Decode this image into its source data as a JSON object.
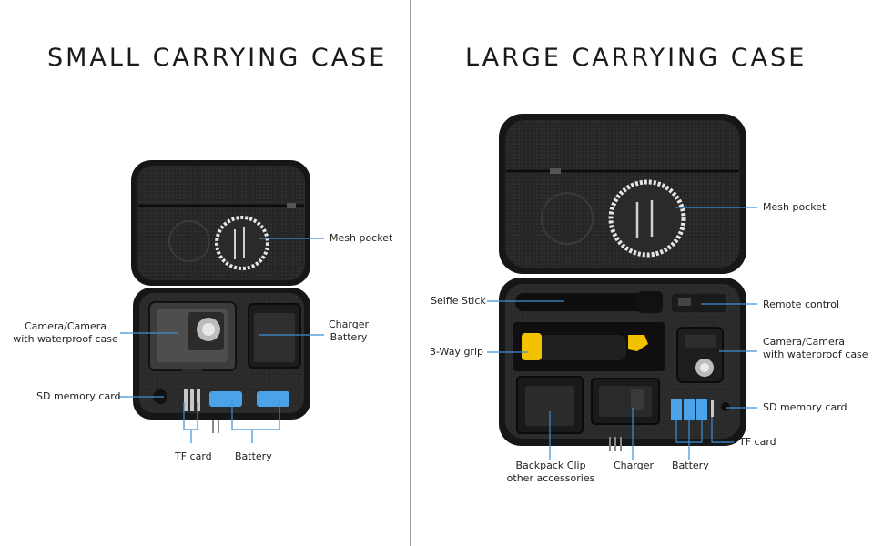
{
  "left": {
    "title": "SMALL CARRYING CASE",
    "labels": {
      "mesh_pocket": "Mesh pocket",
      "camera_1": "Camera/Camera",
      "camera_2": "with waterproof case",
      "charger_1": "Charger",
      "charger_2": "Battery",
      "sd_card": "SD memory card",
      "tf_card": "TF card",
      "battery": "Battery"
    }
  },
  "right": {
    "title": "LARGE CARRYING CASE",
    "labels": {
      "mesh_pocket": "Mesh pocket",
      "selfie_stick": "Selfie Stick",
      "remote_control": "Remote control",
      "grip": "3-Way grip",
      "camera_1": "Camera/Camera",
      "camera_2": "with waterproof case",
      "sd_card": "SD memory card",
      "tf_card": "TF card",
      "backpack_1": "Backpack Clip",
      "backpack_2": "other accessories",
      "charger": "Charger",
      "battery": "Battery"
    }
  },
  "colors": {
    "case_body": "#1c1c1c",
    "case_inner": "#2b2b2b",
    "accent_blue": "#3d8fd6",
    "battery_blue": "#4aa3e8",
    "grip_yellow": "#f2c200",
    "lid_mesh_ring": "#e6e6e6"
  }
}
